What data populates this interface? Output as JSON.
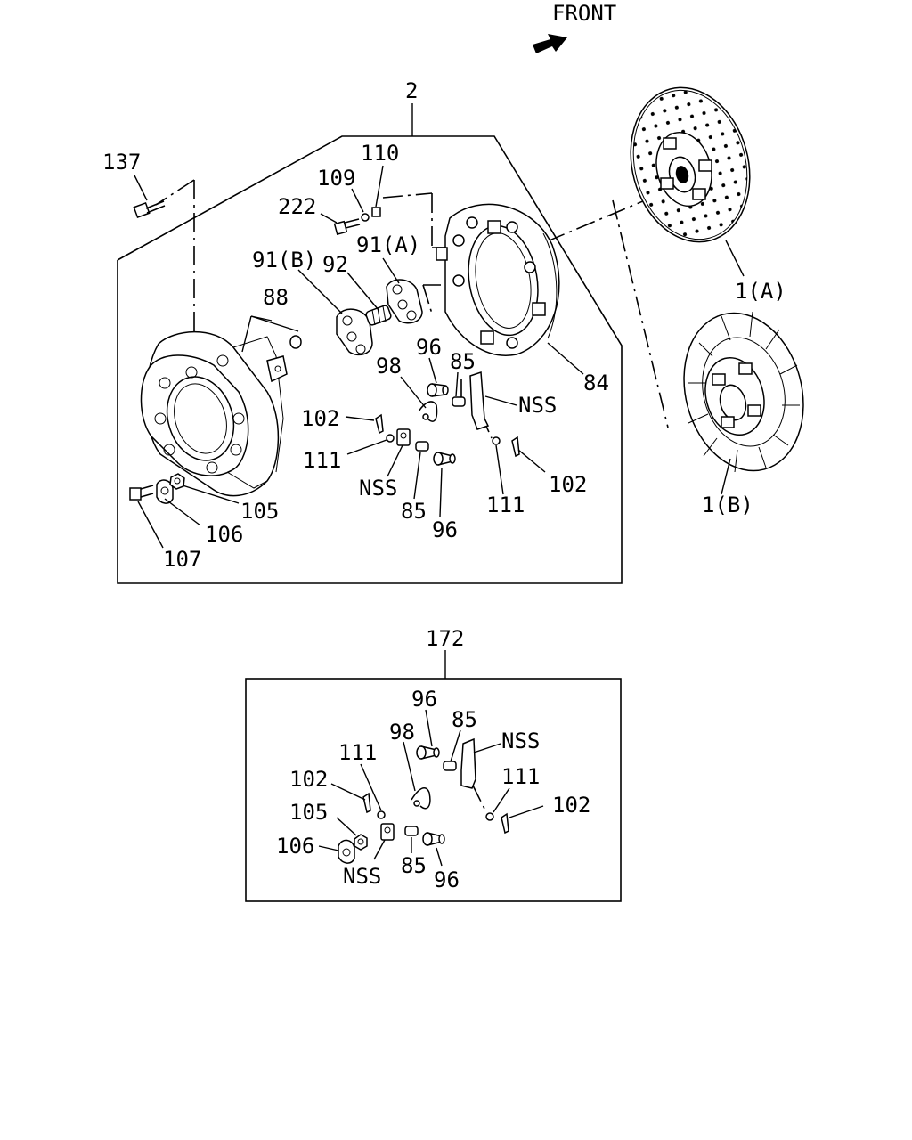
{
  "front": "FRONT",
  "labels": {
    "n2": "2",
    "n137": "137",
    "n110": "110",
    "n109": "109",
    "n222": "222",
    "n91b": "91(B)",
    "n91a": "91(A)",
    "n92": "92",
    "n88": "88",
    "n96_top": "96",
    "n98": "98",
    "n85_top": "85",
    "nss_top": "NSS",
    "n84": "84",
    "n102_left": "102",
    "n111_left": "111",
    "nss_left": "NSS",
    "n85_bottom": "85",
    "n96_bottom": "96",
    "n111_right": "111",
    "n102_right": "102",
    "n105": "105",
    "n106": "106",
    "n107": "107",
    "n1a": "1(A)",
    "n1b": "1(B)"
  },
  "kit": {
    "n172": "172",
    "n96_top": "96",
    "n85_top": "85",
    "n98": "98",
    "nss_top": "NSS",
    "n111_left": "111",
    "n111_right": "111",
    "n102_left": "102",
    "n102_right": "102",
    "n105": "105",
    "n106": "106",
    "nss_bottom": "NSS",
    "n85_bottom": "85",
    "n96_bottom": "96"
  }
}
